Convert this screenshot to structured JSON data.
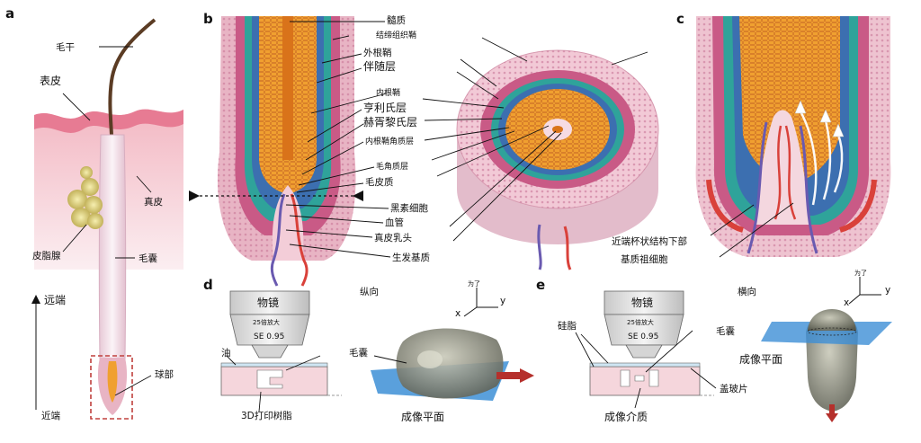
{
  "panels": {
    "a": "a",
    "b": "b",
    "c": "c",
    "d": "d",
    "e": "e"
  },
  "panel_a": {
    "hair_shaft": "毛干",
    "epidermis": "表皮",
    "dermis": "真皮",
    "sebaceous_gland": "皮脂腺",
    "follicle": "毛囊",
    "bulb": "球部",
    "distal": "远端",
    "proximal": "近端"
  },
  "panel_b": {
    "labels": [
      "髓质",
      "结缔组织鞘",
      "外根鞘",
      "伴随层",
      "内根鞘",
      "亨利氏层",
      "赫胥黎氏层",
      "内根鞘角质层",
      "毛角质层",
      "毛皮质",
      "黑素细胞",
      "血管",
      "真皮乳头",
      "生发基质"
    ]
  },
  "panel_c": {
    "lower_proximal_cup": "近端杯状结构下部",
    "matrix_progenitors": "基质祖细胞"
  },
  "panel_d": {
    "orientation": "纵向",
    "objective": "物镜",
    "magnification": "25倍放大",
    "lens": "SE 0.95",
    "oil": "油",
    "resin": "3D打印树脂",
    "follicle": "毛囊",
    "imaging_plane": "成像平面",
    "axis_x": "x",
    "axis_y": "y",
    "axis_z": "为了"
  },
  "panel_e": {
    "orientation": "横向",
    "silicone": "硅脂",
    "objective": "物镜",
    "magnification": "25倍放大",
    "lens": "SE 0.95",
    "follicle": "毛囊",
    "imaging_plane": "成像平面",
    "coverslip": "盖玻片",
    "medium": "成像介质",
    "axis_x": "x",
    "axis_y": "y",
    "axis_z": "为了"
  },
  "colors": {
    "sheath_pink": "#e8b4c4",
    "outer_root": "#c95a86",
    "companion": "#2fa39a",
    "inner_root": "#3c6fb0",
    "cortex": "#f0a030",
    "medulla": "#d9731a",
    "vessel_red": "#d9413a",
    "vessel_blue": "#6a5ab0",
    "plane_blue": "#3d8fd6"
  }
}
